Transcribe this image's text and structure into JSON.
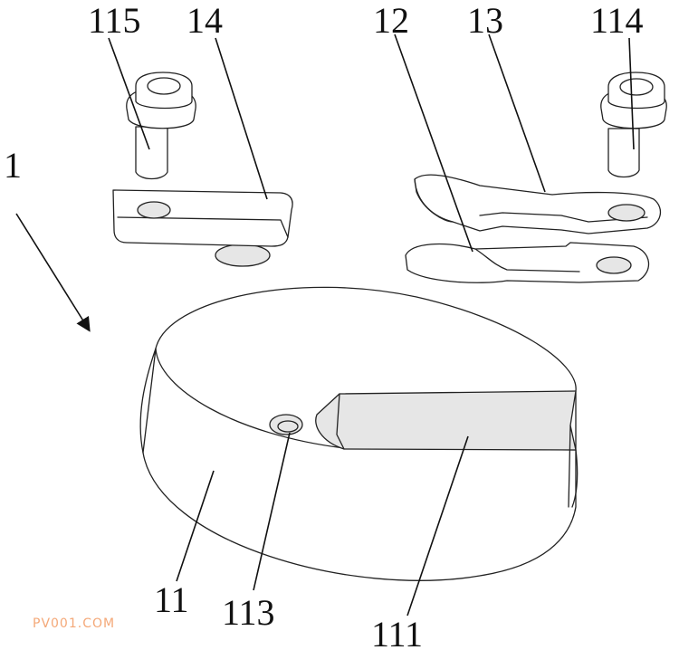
{
  "labels": {
    "assembly": "1",
    "base": "11",
    "lower_plate": "12",
    "upper_plate": "13",
    "left_plate": "14",
    "slot": "111",
    "hole": "113",
    "right_bolt": "114",
    "left_bolt": "115"
  },
  "watermark": "PV001.COM",
  "colors": {
    "line": "#222222",
    "watermark": "#f4a878"
  }
}
